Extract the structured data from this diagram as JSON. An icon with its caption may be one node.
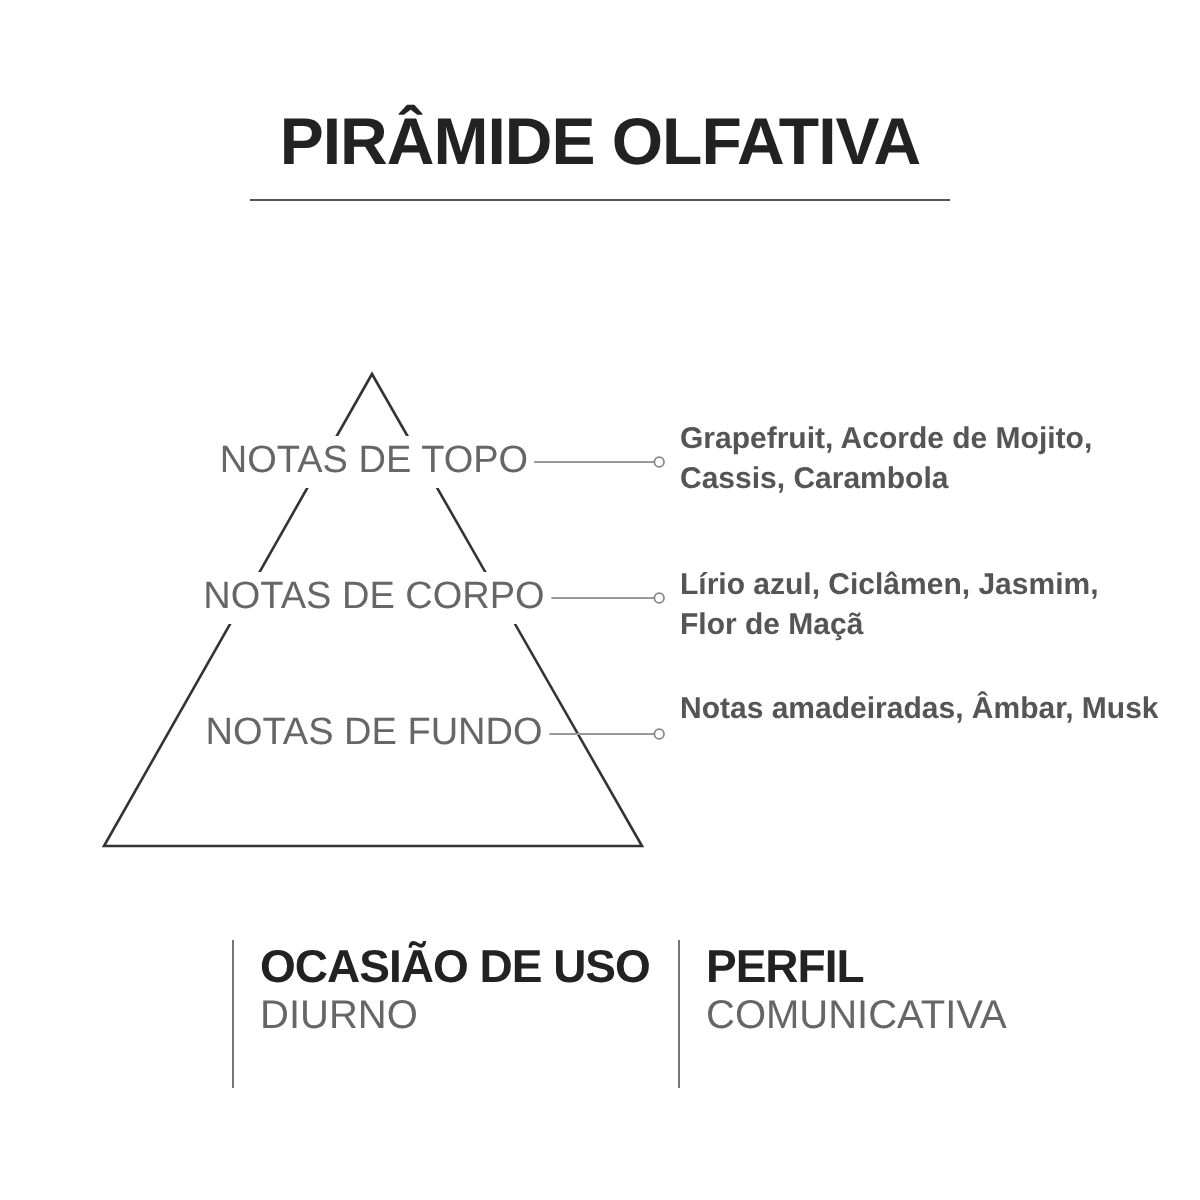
{
  "diagram": {
    "title": "PIRÂMIDE OLFATIVA",
    "nodes": [
      {
        "text": [
          "NOTAS DE TOPO"
        ]
      },
      {
        "text": [
          "NOTAS DE CORPO"
        ]
      },
      {
        "text": [
          "NOTAS DE FUNDO"
        ]
      },
      {
        "text": [
          "Grapefruit, Acorde de Mojito, Cassis, Carambola"
        ]
      },
      {
        "text": [
          "Lírio azul, Ciclâmen, Jasmim, Flor de Maçã"
        ]
      },
      {
        "text": [
          "Notas amadeiradas, Âmbar, Musk"
        ]
      },
      {
        "text": [
          "OCASIÃO DE USO",
          "DIURNO"
        ]
      },
      {
        "text": [
          "PERFIL",
          "COMUNICATIVA"
        ]
      }
    ],
    "edges": [
      {
        "from": 0,
        "to": 3,
        "arrow": "other"
      },
      {
        "from": 1,
        "to": 4,
        "arrow": "other"
      },
      {
        "from": 2,
        "to": 5,
        "arrow": "other"
      }
    ]
  }
}
